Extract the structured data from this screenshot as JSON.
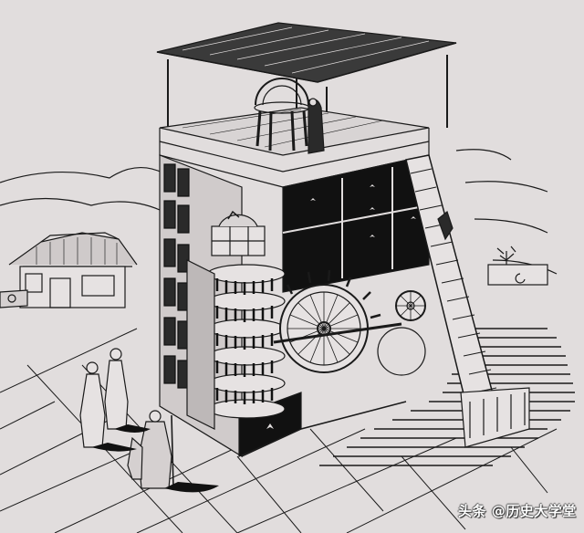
{
  "image": {
    "subject": "Line-art illustration of Su Song's astronomical clock tower (water-powered armillary sphere and celestial globe tower) in cutaway view",
    "style": "black-and-white woodcut/ink line drawing",
    "background_color": "#e1dddd",
    "ink_color": "#111111",
    "elements": [
      "roofed observation platform with armillary sphere at top",
      "two figures beside armillary sphere",
      "cutaway tower with star-patterned dark panels",
      "celestial globe in middle chamber",
      "multi-tier rotating jackwork figures",
      "large water wheel with scoops",
      "gear wheels and transmission shaft",
      "long staircase on right side",
      "traditional Chinese pavilion on left",
      "distant hills and trees",
      "four robed figures standing on paved courtyard",
      "hatched shadow ground on right"
    ]
  },
  "watermark": {
    "text": "头条 @历史大学堂"
  }
}
